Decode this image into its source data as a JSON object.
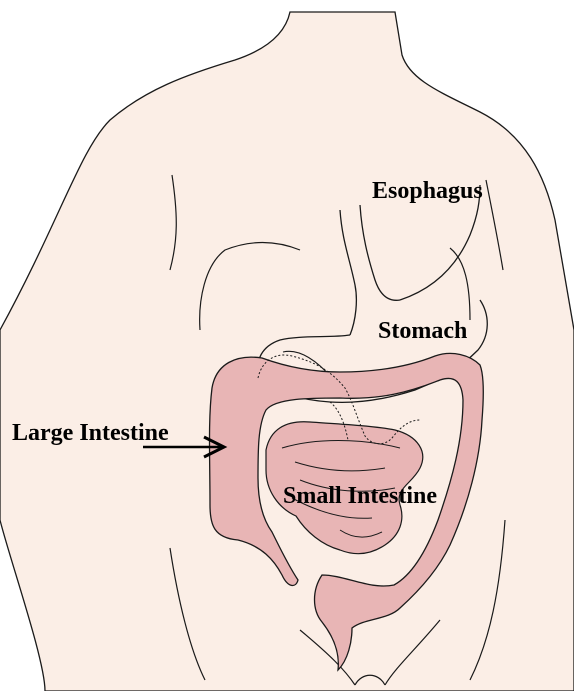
{
  "diagram": {
    "labels": {
      "esophagus": "Esophagus",
      "stomach": "Stomach",
      "large_intestine": "Large Intestine",
      "small_intestine": "Small Intestine"
    }
  },
  "colors": {
    "skin": "#fbeee6",
    "intestine": "#e8b5b5",
    "outline": "#1a1a1a"
  }
}
